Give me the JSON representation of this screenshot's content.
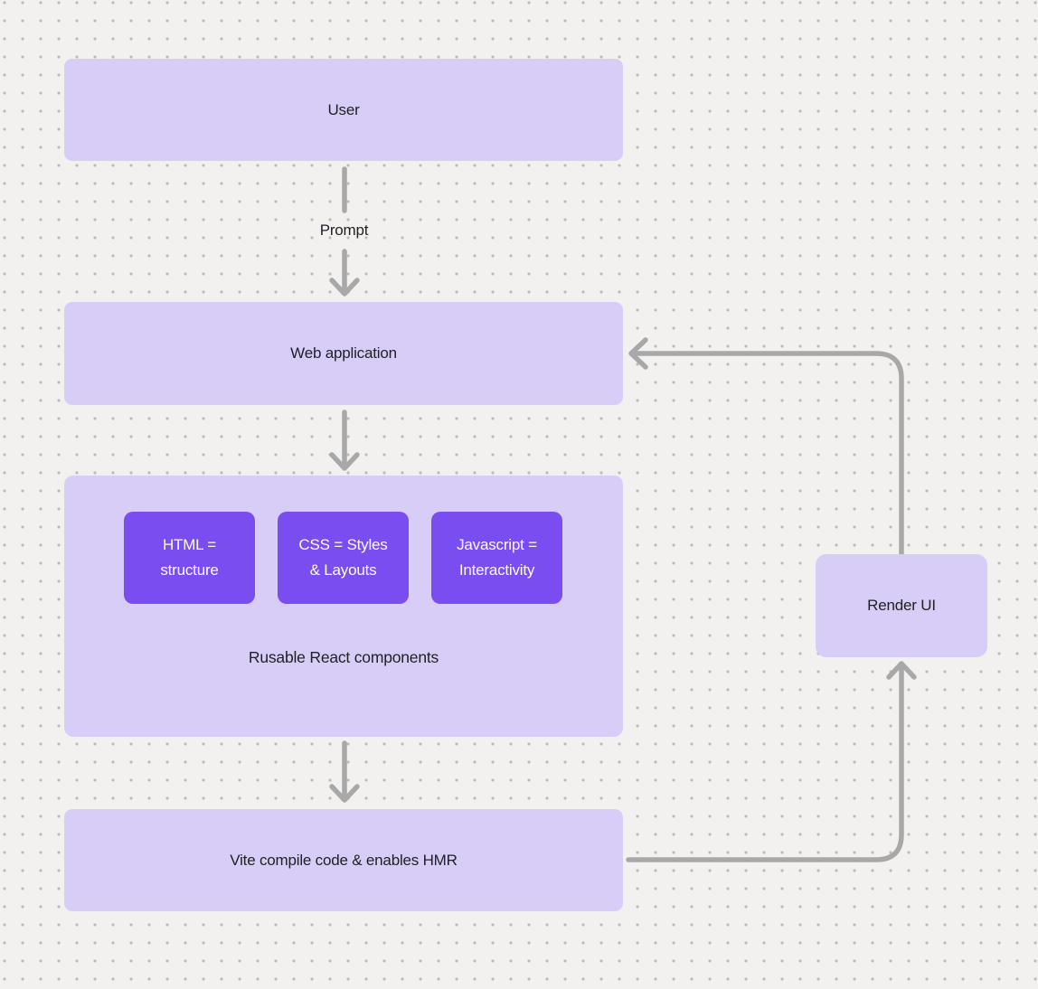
{
  "diagram": {
    "nodes": {
      "user": {
        "label": "User"
      },
      "web_application": {
        "label": "Web application"
      },
      "components": {
        "caption": "Rusable React components",
        "chips": [
          {
            "line1": "HTML =",
            "line2": "structure"
          },
          {
            "line1": "CSS = Styles",
            "line2": "& Layouts"
          },
          {
            "line1": "Javascript =",
            "line2": "Interactivity"
          }
        ]
      },
      "vite": {
        "label": "Vite compile code & enables HMR"
      },
      "render_ui": {
        "label": "Render UI"
      }
    },
    "edges": {
      "prompt_label": "Prompt"
    },
    "colors": {
      "background": "#f2f1ef",
      "dot": "#bcbbba",
      "node_fill": "#d7cdf6",
      "chip_fill": "#7a4df0",
      "chip_text": "#fdfdff",
      "text": "#222127",
      "arrow": "#a8a8a8"
    }
  }
}
